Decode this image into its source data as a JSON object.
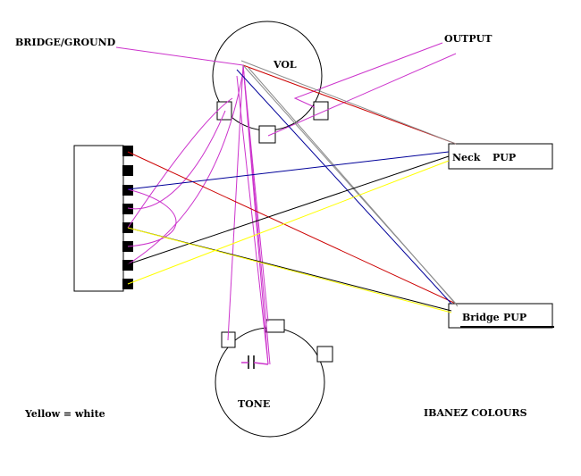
{
  "labels": {
    "bridge_ground": "BRIDGE/GROUND",
    "output": "OUTPUT",
    "vol": "VOL",
    "tone": "TONE",
    "neck_pup": "Neck",
    "neck_pup_suffix": "PUP",
    "bridge_pup": "Bridge",
    "bridge_pup_suffix": "PUP",
    "legend_yellow": "Yellow = white",
    "brand_note": "IBANEZ COLOURS"
  },
  "wire_colors": {
    "magenta": "#cc33cc",
    "red": "#cc0000",
    "blue": "#000099",
    "black": "#000000",
    "yellow": "#ffff00",
    "gray": "#8a8a8a"
  }
}
